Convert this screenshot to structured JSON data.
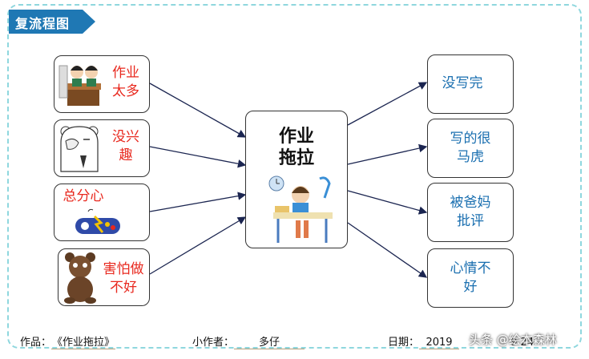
{
  "title": "复流程图",
  "center": {
    "line1": "作业",
    "line2": "拖拉"
  },
  "causes": [
    {
      "line1": "作业",
      "line2": "太多"
    },
    {
      "line1": "没兴",
      "line2": "趣"
    },
    {
      "line1": "总分心"
    },
    {
      "line1": "害怕做",
      "line2": "不好"
    }
  ],
  "effects": [
    {
      "line1": "没写完"
    },
    {
      "line1": "写的很",
      "line2": "马虎"
    },
    {
      "line1": "被爸妈",
      "line2": "批评"
    },
    {
      "line1": "心情不",
      "line2": "好"
    }
  ],
  "footer": {
    "work_label": "作品：",
    "work_value": "《作业拖拉》",
    "author_label": "小作者：",
    "author_value": "多仔",
    "date_label": "日期：",
    "date_value": "2019",
    "date_rest": "9 24"
  },
  "watermark": "头条 @绘本森林",
  "colors": {
    "cause_text": "#e8281e",
    "effect_text": "#1a6fb0",
    "title_tag": "#1f78b4",
    "frame": "#8fd7de"
  }
}
